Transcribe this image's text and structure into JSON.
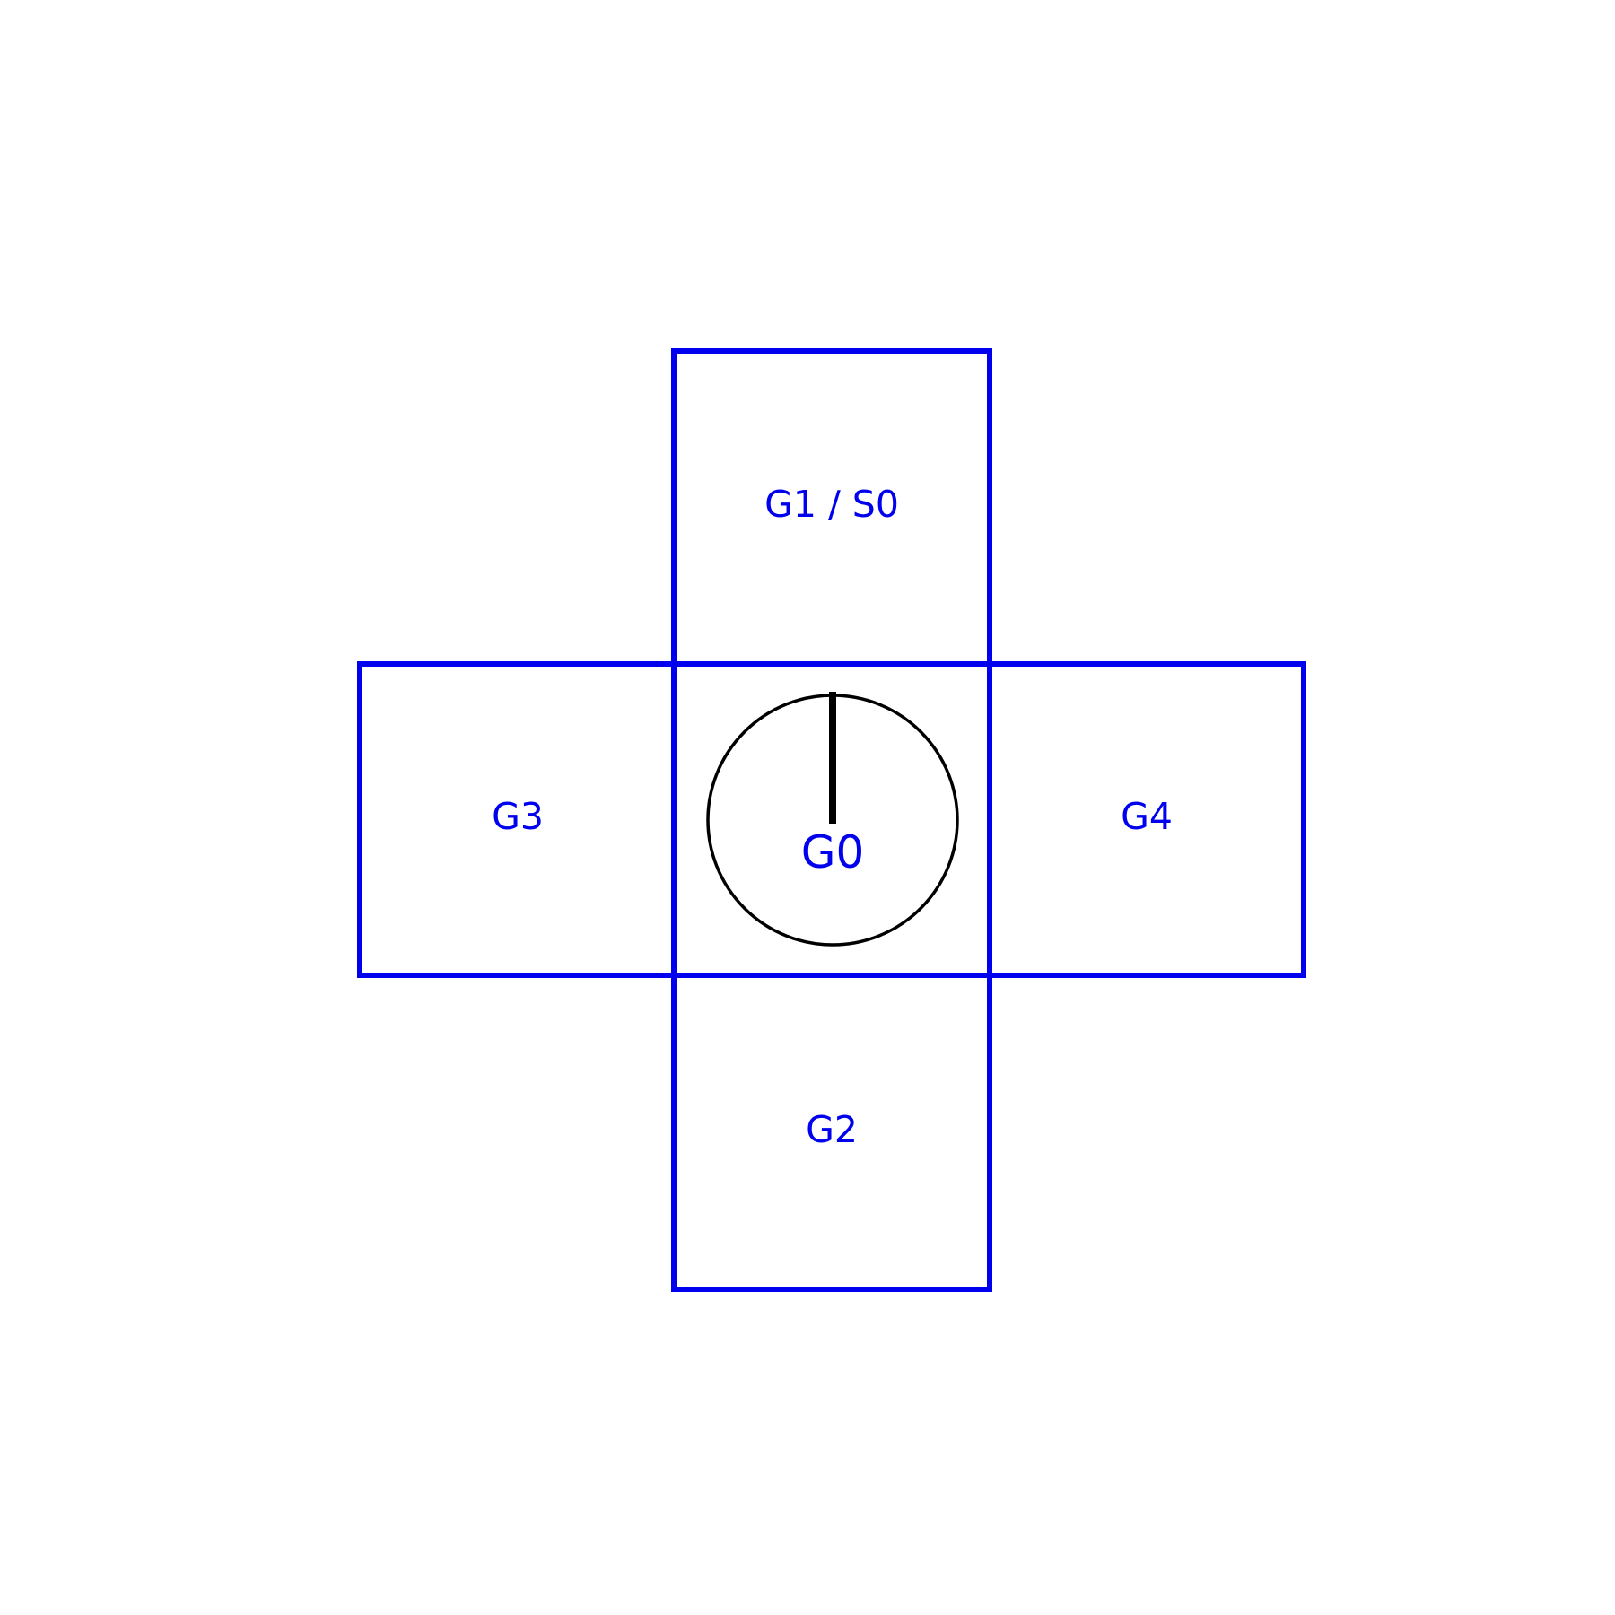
{
  "colors": {
    "grid": "#0000ee",
    "label": "#0000ee",
    "agent": "#000000",
    "background": "#ffffff"
  },
  "cells": {
    "top": {
      "label": "G1 / S0"
    },
    "left": {
      "label": "G3"
    },
    "center": {
      "label": "G0"
    },
    "right": {
      "label": "G4"
    },
    "bottom": {
      "label": "G2"
    }
  },
  "agent": {
    "heading": "up"
  }
}
